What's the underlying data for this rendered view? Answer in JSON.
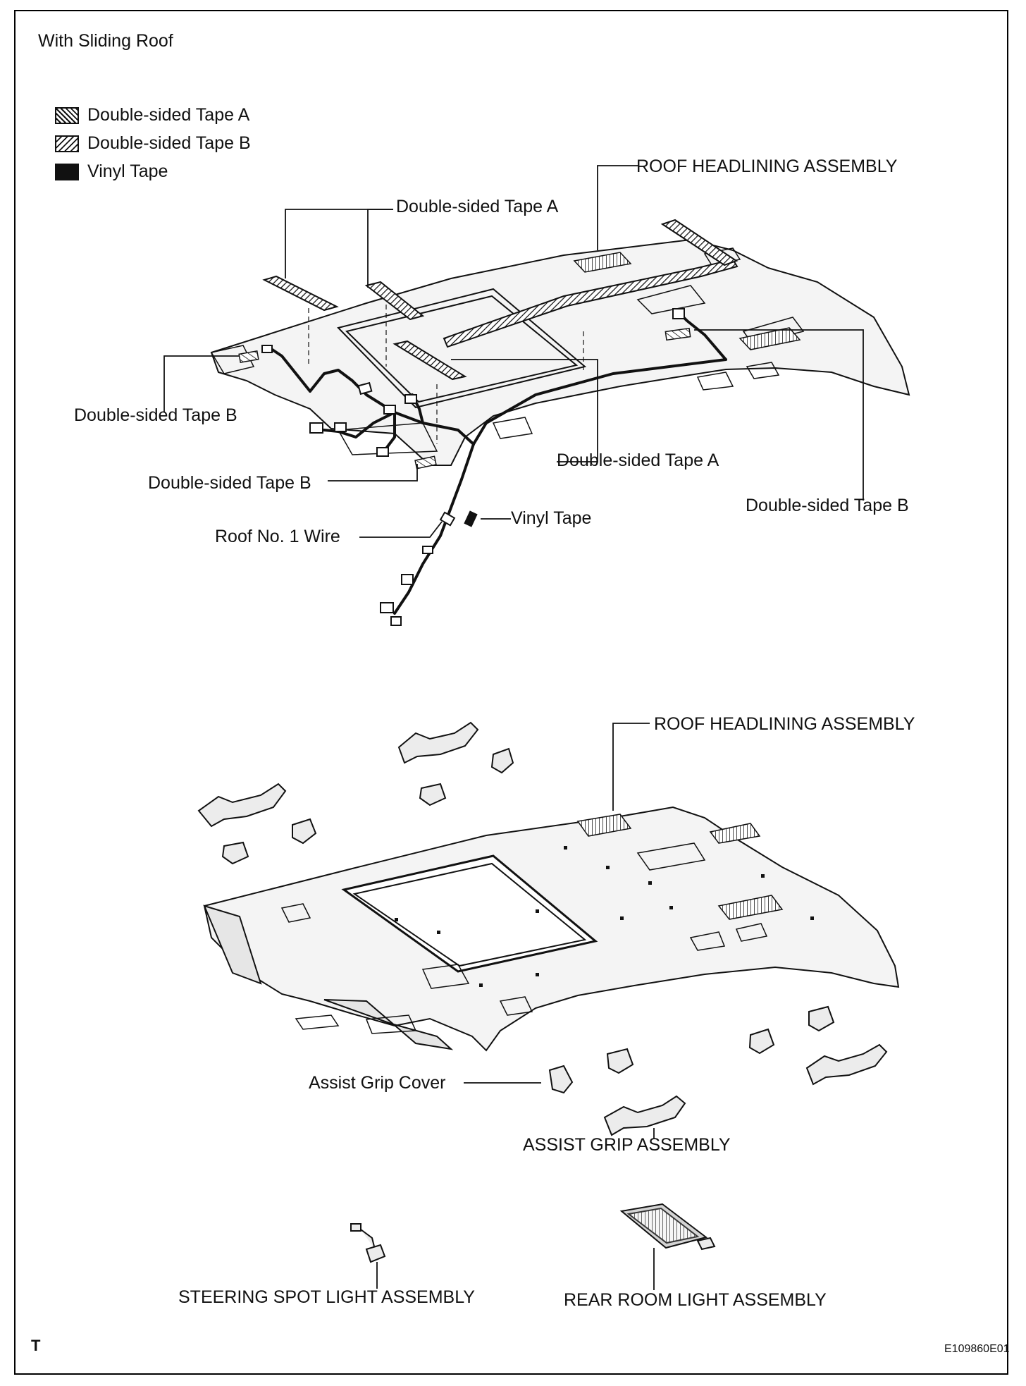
{
  "header": {
    "title": "With Sliding Roof"
  },
  "legend": {
    "tape_a": "Double-sided Tape A",
    "tape_b": "Double-sided Tape B",
    "vinyl": "Vinyl Tape"
  },
  "labels": {
    "roof_headlining_top": "ROOF HEADLINING ASSEMBLY",
    "tape_a_top": "Double-sided Tape A",
    "tape_b_left": "Double-sided Tape B",
    "tape_b_lower_left": "Double-sided Tape B",
    "tape_a_middle": "Double-sided Tape A",
    "tape_b_right": "Double-sided Tape B",
    "vinyl_tape": "Vinyl Tape",
    "roof_wire": "Roof No. 1 Wire",
    "roof_headlining_bottom": "ROOF HEADLINING ASSEMBLY",
    "assist_grip_cover": "Assist Grip Cover",
    "assist_grip_assembly": "ASSIST GRIP ASSEMBLY",
    "steering_spot_light": "STEERING SPOT LIGHT ASSEMBLY",
    "rear_room_light": "REAR ROOM LIGHT ASSEMBLY"
  },
  "footer": {
    "corner_mark": "T",
    "figure_code": "E109860E01"
  },
  "colors": {
    "line": "#111111",
    "panel_fill": "#f3f3f3",
    "background": "#ffffff"
  }
}
